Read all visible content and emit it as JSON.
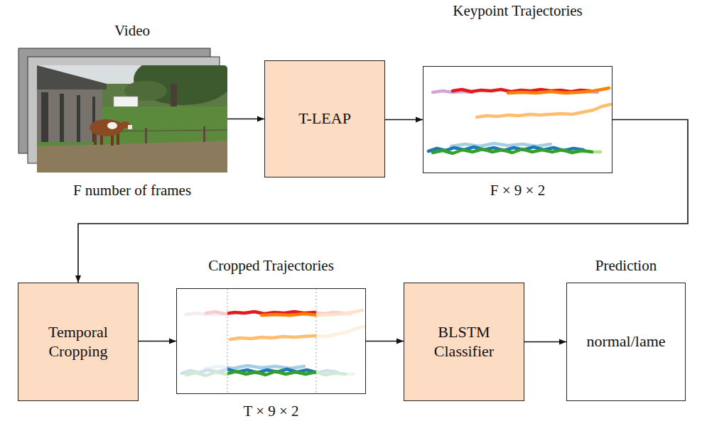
{
  "diagram": {
    "nodes": [
      {
        "text": [
          "Video",
          "F number of frames"
        ]
      },
      {
        "text": [
          "T-LEAP"
        ]
      },
      {
        "text": [
          "Keypoint Trajectories",
          "F × 9 × 2"
        ]
      },
      {
        "text": [
          "Temporal Cropping"
        ]
      },
      {
        "text": [
          "Cropped Trajectories",
          "T × 9 × 2"
        ]
      },
      {
        "text": [
          "BLSTM Classifier"
        ]
      },
      {
        "text": [
          "Prediction",
          "normal/lame"
        ]
      }
    ],
    "edges": [
      {
        "from": 0,
        "to": 1,
        "arrow": "to"
      },
      {
        "from": 1,
        "to": 2,
        "arrow": "to"
      },
      {
        "from": 2,
        "to": 3,
        "arrow": "to"
      },
      {
        "from": 3,
        "to": 4,
        "arrow": "to"
      },
      {
        "from": 4,
        "to": 5,
        "arrow": "to"
      },
      {
        "from": 5,
        "to": 6,
        "arrow": "to"
      }
    ]
  }
}
